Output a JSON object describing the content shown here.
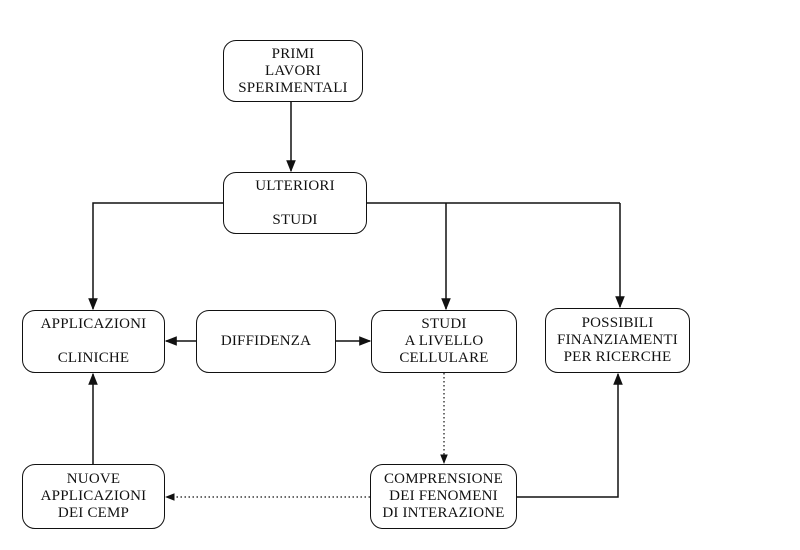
{
  "nodes": {
    "primi": {
      "lines": [
        "PRIMI",
        "LAVORI",
        "SPERIMENTALI"
      ]
    },
    "ulteriori": {
      "top": "ULTERIORI",
      "bottom": "STUDI"
    },
    "applicazioni": {
      "top": "APPLICAZIONI",
      "bottom": "CLINICHE"
    },
    "diffidenza": {
      "label": "DIFFIDENZA"
    },
    "studi_cellulare": {
      "lines": [
        "STUDI",
        "A LIVELLO",
        "CELLULARE"
      ]
    },
    "finanziamenti": {
      "lines": [
        "POSSIBILI",
        "FINANZIAMENTI",
        "PER RICERCHE"
      ]
    },
    "nuove": {
      "lines": [
        "NUOVE",
        "APPLICAZIONI",
        "DEI CEMP"
      ]
    },
    "comprensione": {
      "lines": [
        "COMPRENSIONE",
        "DEI FENOMENI",
        "DI INTERAZIONE"
      ]
    }
  },
  "connections": [
    {
      "from": "primi",
      "to": "ulteriori",
      "style": "solid"
    },
    {
      "from": "ulteriori",
      "to": "applicazioni",
      "style": "solid"
    },
    {
      "from": "ulteriori",
      "to": "studi_cellulare",
      "style": "solid"
    },
    {
      "from": "ulteriori",
      "to": "finanziamenti",
      "style": "solid"
    },
    {
      "from": "diffidenza",
      "to": "applicazioni",
      "style": "solid"
    },
    {
      "from": "diffidenza",
      "to": "studi_cellulare",
      "style": "solid"
    },
    {
      "from": "studi_cellulare",
      "to": "comprensione",
      "style": "dotted"
    },
    {
      "from": "comprensione",
      "to": "nuove",
      "style": "dotted"
    },
    {
      "from": "comprensione",
      "to": "finanziamenti",
      "style": "solid"
    },
    {
      "from": "nuove",
      "to": "applicazioni",
      "style": "solid"
    }
  ],
  "colors": {
    "ink": "#111111",
    "background": "#ffffff"
  }
}
